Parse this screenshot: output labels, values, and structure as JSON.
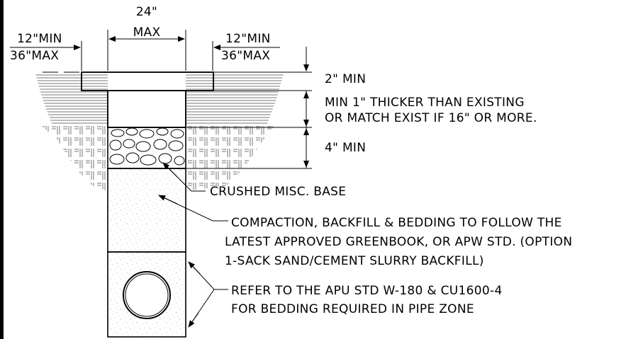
{
  "dims": {
    "trench_width_top": "24\"",
    "trench_width_bottom": "MAX",
    "left_clearance_min": "12\"MIN",
    "left_clearance_max": "36\"MAX",
    "right_clearance_min": "12\"MIN",
    "right_clearance_max": "36\"MAX"
  },
  "callouts": {
    "cap_min": "2\" MIN",
    "ac_line1": "MIN 1\" THICKER THAN EXISTING",
    "ac_line2": "OR MATCH EXIST IF 16\" OR MORE.",
    "base_min": "4\" MIN",
    "crushed_base": "CRUSHED MISC. BASE",
    "backfill_line1": "COMPACTION, BACKFILL & BEDDING TO FOLLOW THE",
    "backfill_line2": "LATEST APPROVED GREENBOOK, OR APW STD. (OPTION",
    "backfill_line3": "1-SACK SAND/CEMENT SLURRY BACKFILL)",
    "pipe_line1": "REFER TO THE APU STD W-180 & CU1600-4",
    "pipe_line2": "FOR BEDDING REQUIRED IN PIPE ZONE"
  }
}
